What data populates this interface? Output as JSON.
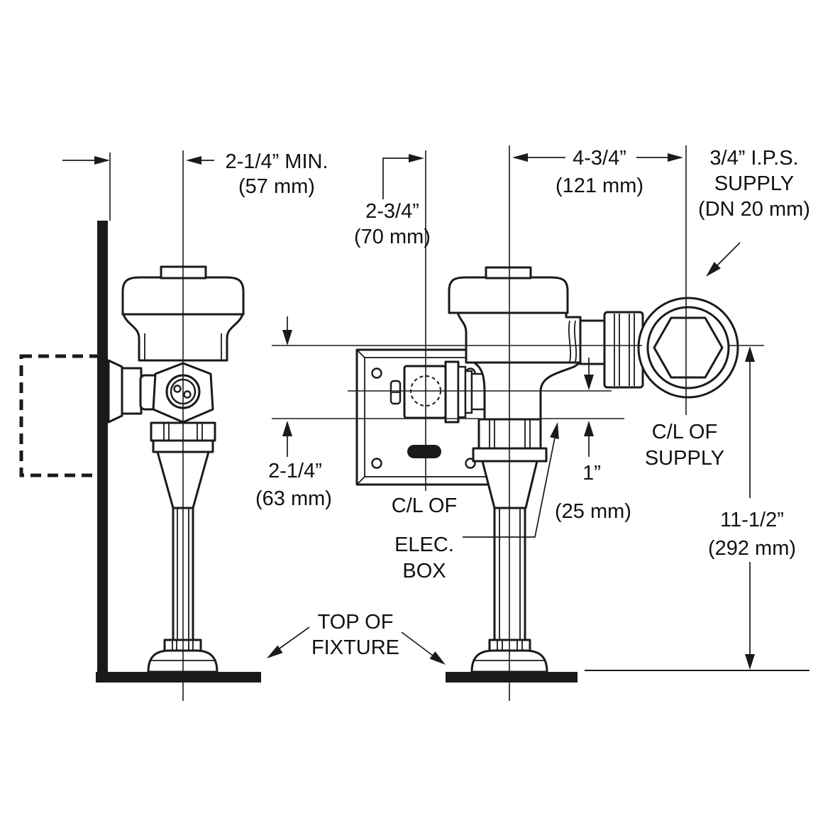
{
  "colors": {
    "line": "#1a1a1a",
    "background": "#ffffff"
  },
  "labels": {
    "dim_wall_to_valve": {
      "l1": "2-1/4” MIN.",
      "l2": "(57 mm)"
    },
    "dim_valve_to_box": {
      "l1": "2-3/4”",
      "l2": "(70 mm)"
    },
    "dim_valve_to_supply": {
      "l1": "4-3/4”",
      "l2": "(121 mm)"
    },
    "supply_callout": {
      "l1": "3/4” I.P.S.",
      "l2": "SUPPLY",
      "l3": "(DN 20 mm)"
    },
    "dim_box_drop": {
      "l1": "2-1/4”",
      "l2": "(63 mm)"
    },
    "elec_box_callout": {
      "l1": "C/L OF",
      "l2": "ELEC.",
      "l3": "BOX"
    },
    "dim_one_inch": {
      "l1": "1”",
      "l2": "(25 mm)"
    },
    "supply_cl_callout": {
      "l1": "C/L OF",
      "l2": "SUPPLY"
    },
    "dim_supply_to_fixture": {
      "l1": "11-1/2”",
      "l2": "(292 mm)"
    },
    "fixture_callout": {
      "l1": "TOP OF",
      "l2": "FIXTURE"
    }
  }
}
